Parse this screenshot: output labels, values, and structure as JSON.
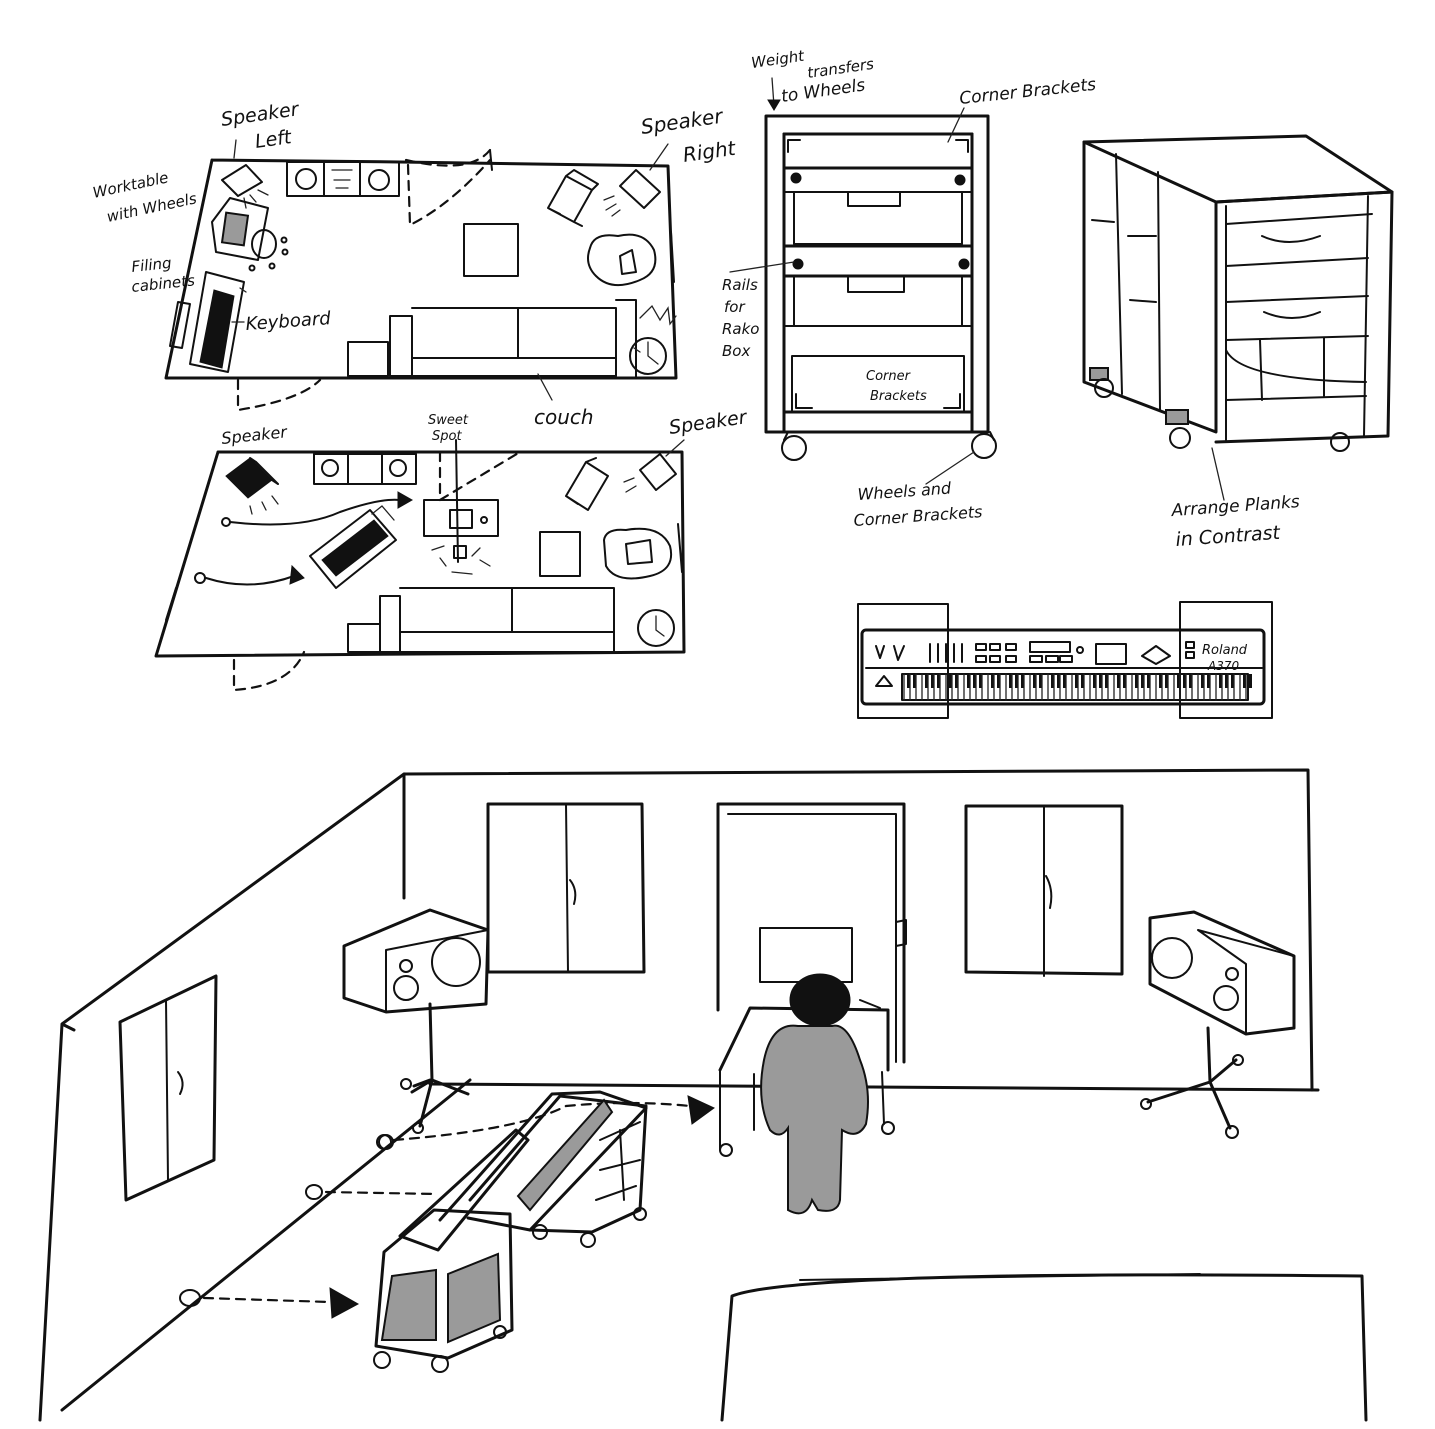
{
  "colors": {
    "ink": "#111111",
    "paper": "#ffffff",
    "shade": "#9a9a9a"
  },
  "floor_plan_1": {
    "speaker_left": [
      "Speaker",
      "Left"
    ],
    "speaker_right": [
      "Speaker",
      "Right"
    ],
    "worktable": [
      "Worktable",
      "with Wheels"
    ],
    "filing": [
      "Filing",
      "cabinets"
    ],
    "keyboard": "Keyboard",
    "couch": "couch"
  },
  "floor_plan_2": {
    "speaker_left": "Speaker",
    "speaker_right": "Speaker",
    "sweet_spot": [
      "Sweet",
      "Spot"
    ]
  },
  "cart_front": {
    "weight": [
      "Weight",
      "transfers",
      "to Wheels"
    ],
    "corner_top": "Corner Brackets",
    "rails": [
      "Rails",
      "for",
      "Rako",
      "Box"
    ],
    "corner_bottom": [
      "Corner",
      "Brackets"
    ],
    "wheels": [
      "Wheels and",
      "Corner Brackets"
    ]
  },
  "cart_iso": {
    "planks": [
      "Arrange Planks",
      "in Contrast"
    ]
  },
  "keyboard_detail": {
    "brand": [
      "Roland",
      "A370"
    ]
  }
}
